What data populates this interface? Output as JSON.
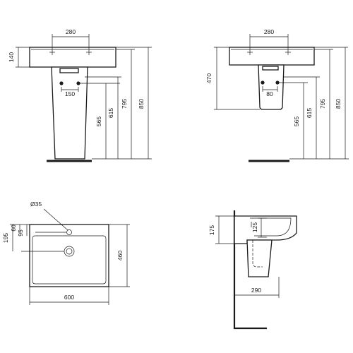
{
  "views": {
    "front_pedestal": {
      "dim_top_width": "280",
      "dim_basin_height": "140",
      "dim_waste_spacing": "150",
      "dim_565": "565",
      "dim_615": "615",
      "dim_795": "795",
      "dim_850": "850"
    },
    "front_semi_pedestal": {
      "dim_top_width": "280",
      "dim_470": "470",
      "dim_waste_spacing": "80",
      "dim_565": "565",
      "dim_615": "615",
      "dim_795": "795",
      "dim_850": "850"
    },
    "plan": {
      "dim_tap_hole": "Ø35",
      "dim_195": "195",
      "dim_60": "60",
      "dim_95": "95",
      "dim_460": "460",
      "dim_600": "600"
    },
    "side": {
      "dim_175": "175",
      "dim_125": "125",
      "dim_290": "290"
    }
  }
}
